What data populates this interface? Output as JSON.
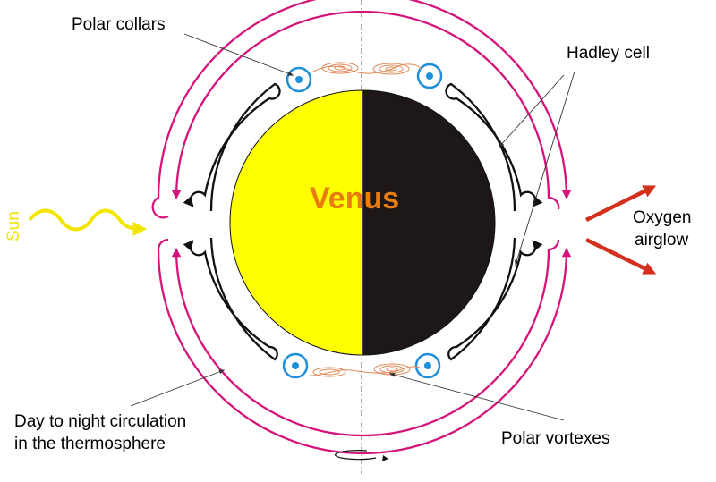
{
  "labels": {
    "polar_collars": "Polar collars",
    "hadley_cell": "Hadley cell",
    "planet": "Venus",
    "sun": "Sun",
    "oxygen_line1": "Oxygen",
    "oxygen_line2": "airglow",
    "day_night_line1": "Day to night circulation",
    "day_night_line2": "in the thermosphere",
    "polar_vortexes": "Polar vortexes"
  },
  "colors": {
    "day_side": "#ffff00",
    "night_side": "#1e1717",
    "thermosphere_flow": "#d4147a",
    "hadley_flow": "#111111",
    "collar": "#1e8fd8",
    "vortex": "#e08a5a",
    "planet_label": "#e87d10",
    "sun": "#f2e600",
    "airglow_arrow": "#d4301e"
  },
  "icons": {
    "polar_collar": "circled-dot-icon",
    "polar_vortex": "spiral-icon",
    "rotation": "rotation-arrow-icon"
  }
}
